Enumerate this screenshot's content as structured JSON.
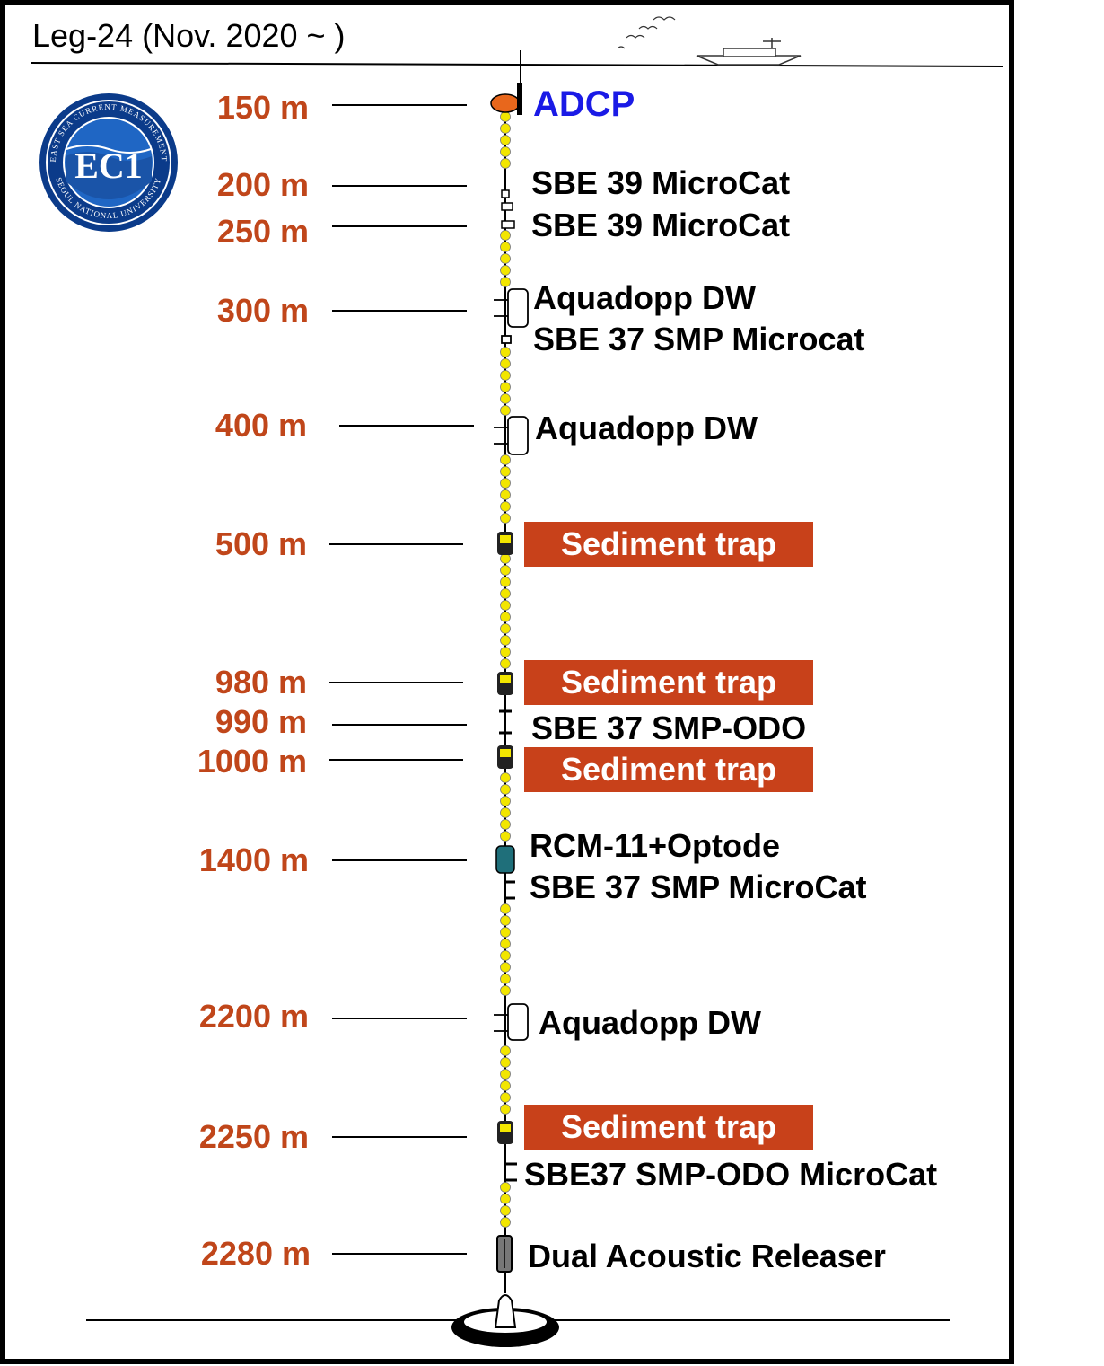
{
  "title": "Leg-24 (Nov. 2020 ~ )",
  "logo": {
    "center_text": "EC1",
    "ring_top": "EAST SEA CURRENT MEASUREMENT",
    "ring_bottom": "SEOUL NATIONAL UNIVERSITY"
  },
  "depths": [
    "150 m",
    "200 m",
    "250 m",
    "300 m",
    "400 m",
    "500 m",
    "980 m",
    "990 m",
    "1000 m",
    "1400 m",
    "2200 m",
    "2250 m",
    "2280 m"
  ],
  "instruments": {
    "adcp": "ADCP",
    "sbe39_a": "SBE 39 MicroCat",
    "sbe39_b": "SBE 39 MicroCat",
    "aquadopp_300": "Aquadopp DW",
    "sbe37_300": "SBE 37 SMP Microcat",
    "aquadopp_400": "Aquadopp DW",
    "trap_500": "Sediment trap",
    "trap_980": "Sediment trap",
    "sbe37odo_990": "SBE 37 SMP-ODO",
    "trap_1000": "Sediment trap",
    "rcm11": "RCM-11+Optode",
    "sbe37_1400": "SBE 37 SMP MicroCat",
    "aquadopp_2200": "Aquadopp DW",
    "trap_2250": "Sediment trap",
    "sbe37odo_2250": "SBE37 SMP-ODO MicroCat",
    "releaser": "Dual Acoustic Releaser"
  },
  "colors": {
    "depth": "#c0461a",
    "adcp": "#1a1ae6",
    "trap": "#c8411a",
    "float": "#f2e600"
  }
}
